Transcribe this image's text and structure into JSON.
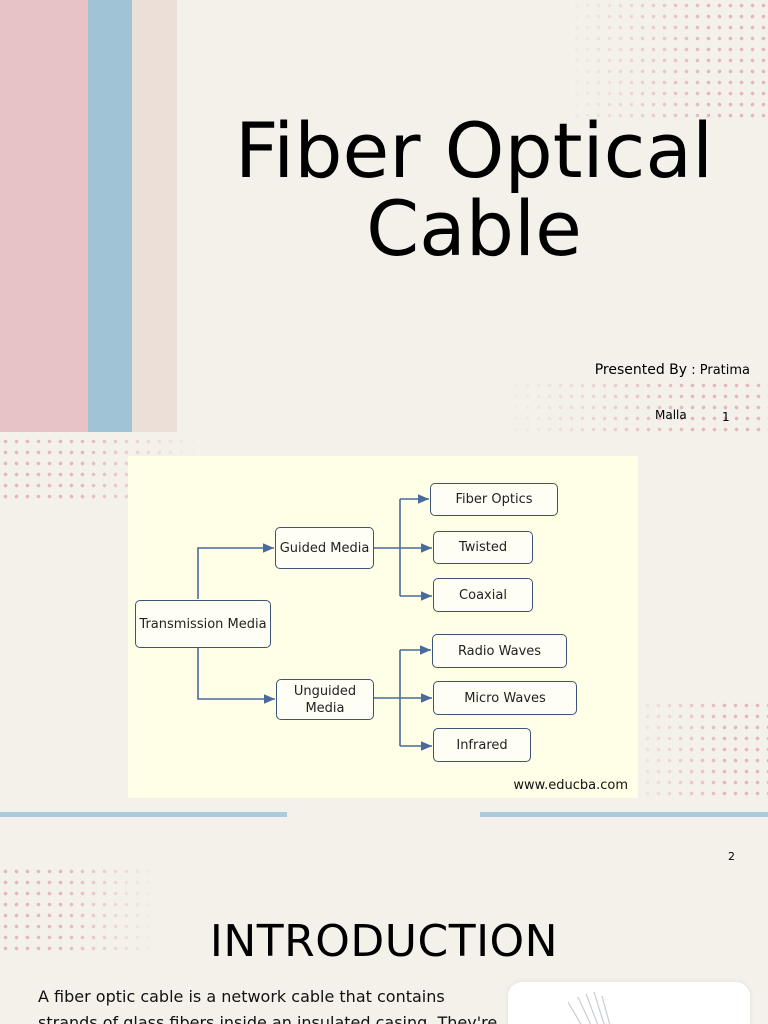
{
  "slide1": {
    "title_line1": "Fiber Optical",
    "title_line2": "Cable",
    "presented_label": "Presented By",
    "presented_sep": " : ",
    "author_first": "Pratima",
    "author_last": "Malla",
    "page_number": "1"
  },
  "diagram": {
    "root": "Transmission Media",
    "guided": "Guided Media",
    "unguided": "Unguided Media",
    "guided_items": [
      "Fiber Optics",
      "Twisted",
      "Coaxial"
    ],
    "unguided_items": [
      "Radio Waves",
      "Micro Waves",
      "Infrared"
    ],
    "credit": "www.educba.com"
  },
  "slide2": {
    "page_number": "2",
    "heading": "INTRODUCTION",
    "paragraph": "A fiber optic cable is a network cable that contains strands of glass fibers inside an insulated casing. They're designed"
  },
  "colors": {
    "background": "#f4f1ea",
    "stripe_pink": "#e8c3c5",
    "stripe_blue": "#a0c4d6",
    "stripe_beige": "#ebdfd8",
    "diagram_panel": "#fffee6",
    "box_border": "#3e5477",
    "divider": "#a9cbdd"
  }
}
